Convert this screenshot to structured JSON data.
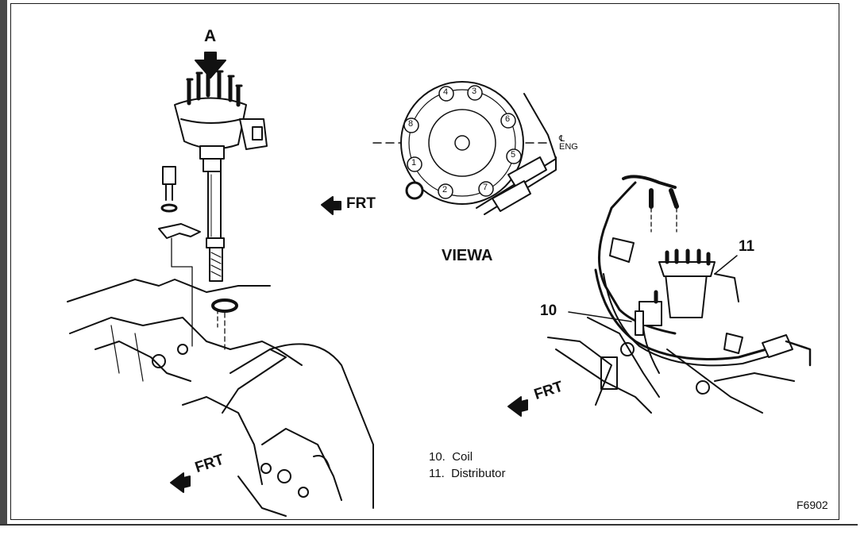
{
  "labels": {
    "view_arrow": "A",
    "view_title": "VIEWA",
    "front": "FRT",
    "centerline_symbol": "℄",
    "centerline_text": "ENG",
    "callout_10": "10",
    "callout_11": "11",
    "figure_id": "F6902"
  },
  "cap_terminals": [
    "1",
    "2",
    "3",
    "4",
    "5",
    "6",
    "7",
    "8"
  ],
  "legend": [
    {
      "num": "10.",
      "text": "Coil"
    },
    {
      "num": "11.",
      "text": "Distributor"
    }
  ]
}
